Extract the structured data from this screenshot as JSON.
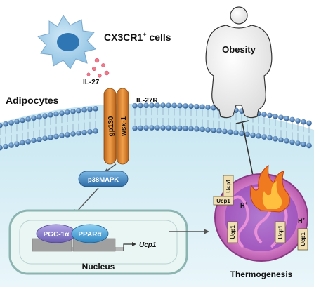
{
  "cells": {
    "label": "CX3CR1",
    "superscript": "+",
    "suffix": " cells"
  },
  "cytokine": {
    "label": "IL-27"
  },
  "receptor": {
    "label": "IL-27R",
    "subunit_left": "gp130",
    "subunit_right": "wsx-1"
  },
  "membrane": {
    "label": "Adipocytes"
  },
  "obesity": {
    "label": "Obesity"
  },
  "signaling": {
    "kinase": "p38MAPK"
  },
  "nucleus": {
    "label": "Nucleus",
    "factor_1": "PGC-1α",
    "factor_2": "PPARα",
    "gene": "Ucp1"
  },
  "mitochondrion": {
    "label": "Thermogenesis",
    "protein": "Ucp1",
    "proton": "H",
    "proton_charge": "+"
  },
  "colors": {
    "background": "#ffffff",
    "cytoplasm": "#d8eef5",
    "membrane_head": "#3a6fa8",
    "receptor": "#e08a2e",
    "kinase": "#4a90c8",
    "pgc": "#8a7cc8",
    "ppar": "#4aa0d8",
    "mito_outer": "#c86ab8",
    "flame": "#f07020"
  }
}
